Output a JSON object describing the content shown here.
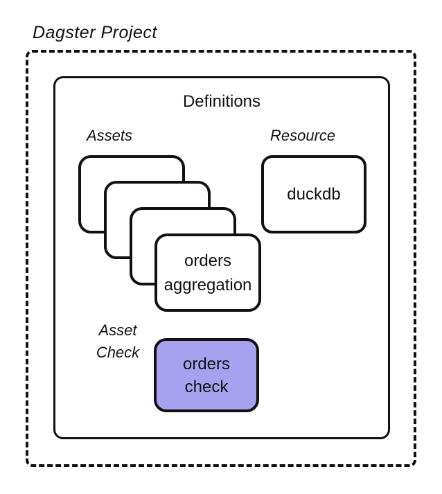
{
  "title": "Dagster Project",
  "definitions": {
    "label": "Definitions"
  },
  "sections": {
    "assets": {
      "label": "Assets"
    },
    "resource": {
      "label": "Resource"
    },
    "asset_check": {
      "label_line1": "Asset",
      "label_line2": "Check"
    }
  },
  "nodes": {
    "orders_aggregation": {
      "line1": "orders",
      "line2": "aggregation"
    },
    "duckdb": {
      "label": "duckdb"
    },
    "orders_check": {
      "line1": "orders",
      "line2": "check"
    }
  },
  "colors": {
    "asset_check_fill": "#a7a1f0",
    "box_border": "#111111",
    "connector": "#434c59",
    "text": "#111111"
  }
}
